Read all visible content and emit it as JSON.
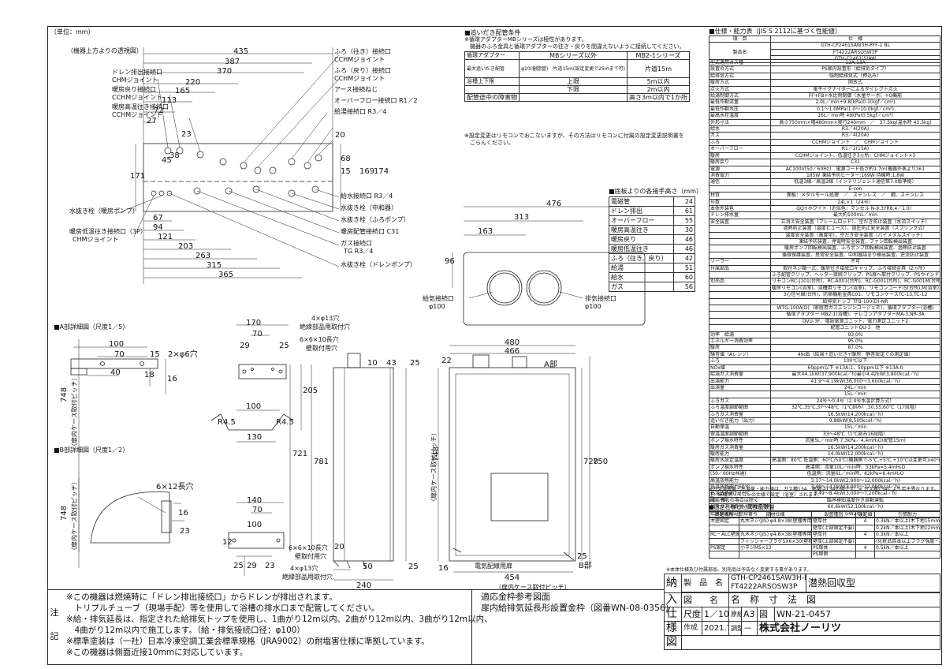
{
  "unit_label": "（単位：mm）",
  "top_view": {
    "title": "（機器上方よりの透視図）",
    "dims_h": [
      "435",
      "387",
      "370",
      "220",
      "165",
      "113",
      "72",
      "27"
    ],
    "dims_v_left": [
      "23",
      "38",
      "45",
      "171"
    ],
    "dims_v_right": [
      "20",
      "68",
      "15",
      "169",
      "174"
    ],
    "dims_bottom": [
      "67",
      "94",
      "121",
      "203",
      "263",
      "315",
      "365"
    ],
    "labels_left": [
      "ドレン排出接続口",
      "CHMジョイント",
      "暖房戻り接続口",
      "CCHMジョイント",
      "暖房高温往き接続口",
      "CCHMジョイント",
      "水抜き栓（暖房ポンプ）",
      "暖房低温往き接続口（3P）",
      "CHMジョイント"
    ],
    "labels_right": [
      "ふろ（往き）接続口",
      "CCHMジョイント",
      "ふろ（戻り）接続口",
      "CCHMジョイント",
      "アース接続ねじ",
      "オーバーフロー接続口 R1／2",
      "給湯接続口 R3／4",
      "給水接続口 R3／4",
      "水抜き栓（中和器）",
      "水抜き栓（ふろポンプ）",
      "暖房配管接続口 C31",
      "ガス接続口",
      "TG R3／4",
      "水抜き栓（ドレンポンプ）"
    ]
  },
  "detail_a": {
    "title": "■A部詳細図（尺度1／5）",
    "dims": [
      "100",
      "70",
      "15",
      "2×φ6穴",
      "40",
      "18",
      "16"
    ],
    "pitch": "748",
    "pitch_label": "（扉内ケース取付ピッチ）"
  },
  "detail_b": {
    "title": "■B部詳細図（尺度1／2）",
    "slot": "6×12長穴",
    "dims": [
      "16",
      "23"
    ],
    "pitch": "748",
    "pitch_label": "（扉内ケース取付ピッチ）"
  },
  "mid_front": {
    "top_labels": [
      "4×φ13穴",
      "絶縁部品用取付穴",
      "6×6×10長穴",
      "壁取付用穴"
    ],
    "bottom_labels": [
      "6×6×10長穴",
      "壁取付用穴",
      "4×φ13穴",
      "絶縁部品用取付穴"
    ],
    "dims": [
      "170",
      "70",
      "29",
      "25",
      "100",
      "205",
      "R4.5",
      "130",
      "R4.5",
      "721",
      "781",
      "140",
      "70",
      "100",
      "12",
      "25",
      "29",
      "23"
    ]
  },
  "side_view": {
    "dims": [
      "10",
      "43",
      "50",
      "240",
      "25",
      "16",
      "20"
    ]
  },
  "top_plan": {
    "dims": [
      "476",
      "313",
      "163",
      "96"
    ],
    "intake": [
      "給気接続口",
      "φ100"
    ],
    "exhaust": [
      "排気接続口",
      "φ100"
    ]
  },
  "front_view": {
    "dims": [
      "480",
      "466",
      "454",
      "720",
      "750",
      "22",
      "25",
      "25",
      "748"
    ],
    "pitch_label": "（扉内ケース取付ピッチ）",
    "a_label": "A部",
    "b_label": "B部",
    "label": "電気配線用扉"
  },
  "mount_notes": {
    "title": "■追いだき配管条件",
    "lines": [
      "※循環アダプターMBシリーズは極性があります。",
      "機器のふろ金具と循環アダプターの往き・戻りを間違えないように接続してください。"
    ],
    "header": [
      "循環アダプター",
      "MBシリーズ以外",
      "MB2-1シリーズ"
    ],
    "rows": [
      [
        "最大追いだき配管",
        "φ10(樹脂管)　片道15m(設定変更で25mまで可)",
        "片道15m"
      ],
      [
        "浴槽上下限",
        "上限",
        "5m以内"
      ],
      [
        "",
        "下限",
        "2m以内"
      ],
      [
        "配管途中の障害物",
        "",
        "高さ3m以内で1か所"
      ]
    ],
    "foot": [
      "※設定変更はリモコンでおこないますが、その方法はリモコンに付属の設定変更説明書を",
      "ごらんください。"
    ]
  },
  "base_height": {
    "title": "■底板よりの各接手高さ（mm）",
    "rows": [
      [
        "電磁管",
        "24"
      ],
      [
        "ドレン排出",
        "61"
      ],
      [
        "オーバーフロー",
        "55"
      ],
      [
        "暖房高温往き",
        "30"
      ],
      [
        "暖房戻り",
        "46"
      ],
      [
        "暖房低温往き",
        "46"
      ],
      [
        "ふろ（往き、戻り）",
        "42"
      ],
      [
        "給湯",
        "51"
      ],
      [
        "給水",
        "60"
      ],
      [
        "ガス",
        "56"
      ]
    ]
  },
  "spec": {
    "title": "■仕様・能力表（JIS S 2112に基づく性能値）",
    "header": [
      "項　目",
      "仕　様"
    ],
    "model_rows": [
      "GTH-CP2461SAW3H-PFF-1 BL",
      "FT4222ARSOSW3P",
      "GTH-C2461(S)AW"
    ],
    "rows": [
      [
        "型式適用ガス種",
        "12A,13A"
      ],
      [
        "設置の方式",
        "PS扉内設置形（給排気タイプ）"
      ],
      [
        "給排気方式",
        "強制給排気式（押込み）"
      ],
      [
        "暖房方式",
        "開放式"
      ],
      [
        "点火方式",
        "電子イグナイターによるダイレクト点火"
      ],
      [
        "給湯制御方式",
        "FF+FB+水比例制御（水量サーボ）+Q機能"
      ],
      [
        "最低作動流量",
        "2.0L／min+9.8(kPa)0.1(kgf／cm²)"
      ],
      [
        "最低作動水圧",
        "0.1～1.0MPa(1.0～10.0kgf／cm²)"
      ],
      [
        "最高水栓温度",
        "16L／min時 49kPa(0.5kgf／cm²)"
      ],
      [
        "外形寸法",
        "高さ750mm×幅480mm×奥行240mm　／　37.5kg(温水時 43.5kg)"
      ],
      [
        "給水",
        "R3／4(20A)"
      ],
      [
        "ガス",
        "R3／4(20A)"
      ],
      [
        "ふろ",
        "CCHMジョイント　／　CHMジョイント"
      ],
      [
        "オーバーフロー",
        "R1／2(15A)"
      ],
      [
        "暖房",
        "CCHMジョイント、低温往き3ヵ所：CHMジョイント×3"
      ],
      [
        "暖房戻り",
        "C31"
      ],
      [
        "電源",
        "AC100V(50／60Hz)　電源コード長さ約1.7m(機器外表より)※1"
      ],
      [
        "消費電力",
        "185W 凍結予防ヒーター:169W 待機時:1.8W"
      ],
      [
        "通信",
        "低温3線／高温2線（インテリジェント通信第7.0版準拠）"
      ],
      [
        "",
        "E-con"
      ],
      [
        "材質",
        "面板：メタルモール処理　／　ステンレス　／　鋼、ステンレス"
      ],
      [
        "号数",
        "24L×1（24号）"
      ],
      [
        "本体外装色",
        "QQ+ホワイト（近似色：マンセル N-9.3YR8.4／1.0）"
      ],
      [
        "ドレン排水量",
        "最大約100mL／min"
      ],
      [
        "安全装置",
        "立消え安全装置（フレームロッド）、空だき防止装置（水流スイッチ）"
      ],
      [
        "",
        "過熱防止装置（温度ヒューズ）、過圧防止安全装置（スプリング式）"
      ],
      [
        "",
        "温度安全装置（高度型）、空だき安全装置（バイメタルスイッチ）"
      ],
      [
        "",
        "凍結予防装置、停電時安全装置、ファン回転検出装置"
      ],
      [
        "",
        "暖房ポンプ回転検出装置、ふろポンプ回転検出装置、過熱防止装置"
      ],
      [
        "",
        "循環保護装置、異常安全装置、中和器詰まり検出装置、逆流防止装置"
      ],
      [
        "ソーラー",
        "不可"
      ],
      [
        "付属部品",
        "取付ネジ類一式、暖房往き接続口キャップ、ふろ接続金具（2ヵ所）"
      ],
      [
        "",
        "ふろ配管クリップ、ヘッダー接続クリップ、PS扉へ取付クリップ、PSウインドウ用化粧クリップ"
      ],
      [
        "別売品",
        "リモコンRC-J101(台所)、RC-A001(台所)、RC-G001(台所)、RC-G001M(台所)"
      ],
      [
        "",
        "暖房リモコン(浴室)、浴槽用リモコン(浴室)、リモコンコード(5(台所),M(浴室))"
      ],
      [
        "",
        "3心信号線(台所)、防振機能金具C01、リモコンケースTC-13,TC-12"
      ],
      [
        "",
        "給排気トップ TFB-100(D)-NR"
      ],
      [
        "",
        "WTG-100A(D)（家庭用ガスエンジンコージェネ）、循環アダプター(浴槽)"
      ],
      [
        "",
        "循環アダプター MB2-1(浴槽)、テレコンアダプターMA-3,NR-3A"
      ],
      [
        "",
        "DVU-3F、増設電源ユニット、電力測定ユニット2"
      ],
      [
        "",
        "配管ユニットQU-3　他"
      ],
      [
        "効率　給湯",
        "93.0%"
      ],
      [
        "エネルギー消費効率",
        "95.0%"
      ],
      [
        "暖房",
        "87.0%"
      ],
      [
        "騒音値（Aレンジ）",
        "49dB（給湯＋追いだき+暖房：静音設定での測定値）"
      ],
      [
        "ふろ",
        "100℃以下"
      ],
      [
        "NOx値",
        "60ppm以下 ※13A-1、50ppm以下 ※13A-0"
      ],
      [
        "給湯ガス消費量",
        "最大44.1kW(37,900kcal／h)最小4.42kW(3,800kcal／h)"
      ],
      [
        "出湯能力",
        "41.9～4.19kW(36,000～3,600kcal／h)"
      ],
      [
        "出湯量",
        "24L／min"
      ],
      [
        "",
        "15L／min"
      ],
      [
        "ふろガス",
        "24号～0.4号（2.4号水温計算方式）"
      ],
      [
        "ふろ温度調節範囲",
        "32℃,35℃,37～48℃（1℃刻み）,50,55,60℃（17段階）"
      ],
      [
        "ふろガス消費量",
        "16.5kW(14,200kcal／h)"
      ],
      [
        "追いだき能力（出力）",
        "9.88kW(8,500kcal／h)"
      ],
      [
        "自動保温",
        "15L／min"
      ],
      [
        "保温温度調節範囲",
        "33～48℃（1℃刻み16段階）"
      ],
      [
        "ポンプ揚水特性",
        "流量5L／min時 7.3kPa／4.4mH₂O(配管15m)"
      ],
      [
        "暖房ガス消費量",
        "16.5kW(14,200kcal／h)"
      ],
      [
        "暖房能力",
        "14.0kW(12,000kcal／h)"
      ],
      [
        "暖房水設定温度",
        "高温側：80℃ 低温側：60℃/50℃(機器側で-5℃,+5℃,+10℃以変更可)/40℃"
      ],
      [
        "ポンプ揚水特性",
        "高温側：流量10L／min時、53kPa=5.4mH₂O"
      ],
      [
        "(50／60Hz共通)",
        "低温側：流量6L／min時、82kPa=8.4mH₂O"
      ],
      [
        "高温放熱能力",
        "3.37～14.0kW(2,900～12,000kcal／h)"
      ],
      [
        "低温放熱能力60℃",
        "3.49～14.0kW(3,000～12,000kcal／h)"
      ],
      [
        "低温放熱能力70℃",
        "3.49～8.4kW(3,000～7,200kcal／h)"
      ],
      [
        "凍結予防",
        "臨界検知温度付き自動運転"
      ],
      [
        "最大ガス消費量（同時使用時）",
        "60.6kW(52,100kcal／h)"
      ],
      [
        "給水装置認証登録番号",
        "GW2011"
      ]
    ],
    "notes": [
      "※ガス消費量・出湯量・能力値は、ガス種13A、熱量は13Aの値です。※ ガス種13Aにより若干異なります。",
      "注：床暖房リモコンの仕様で設定（浴室）されます。",
      "※1：雑しの場合は除く"
    ],
    "fix_title": "■固定仕様と付属部品数量",
    "fix_header": [
      "固定場所",
      "部材仕様",
      "設置種別",
      "設定値",
      "引張耐力"
    ],
    "fix_rows": [
      [
        "木壁固定",
        "丸木ネジ(JIS) φ4.8×38(壁種専用)",
        "壁厚付",
        "4",
        "0.3kN／本以上(木下地15mm)"
      ],
      [
        "",
        "",
        "壁厚(上部固定不要)",
        "",
        "0.2kN／本以上(木下地12mm)"
      ],
      [
        "RC・ALC壁固定",
        "丸木ネジ(JIS) φ4.8×38(壁種専用)",
        "壁厚付",
        "4",
        "0.3kN／本以上"
      ],
      [
        "",
        "フィッシャープラグSX6×30(壁種専用)",
        "壁厚(上部固定不要)",
        "",
        "(化粧品目本以上プラグ強度・材料事項)"
      ],
      [
        "PS固定",
        "小ネジM5×12",
        "PS扉体",
        "4",
        "0.5kN／本以上"
      ],
      [
        "",
        "",
        "PS扉側",
        "",
        ""
      ]
    ],
    "foot": "※本体仕様及び付属部品、別売品は予告なく変更する事があります。"
  },
  "title_block": {
    "side": [
      "納",
      "入",
      "仕",
      "様",
      "図"
    ],
    "product_name_label": "製　品　名",
    "product_names": [
      "GTH-CP2461SAW3H-PFF-1 BL",
      "FT4222ARSOSW3P"
    ],
    "product_type": "潜熱回収型",
    "figure_label": "図　　名",
    "figure_name": "名　称　寸　法　図",
    "scale_label": "尺度",
    "scale": "1／10",
    "paper_label": "原紙サイズ",
    "paper": "A3",
    "number_label": "図　番",
    "number": "WN-21-0457",
    "date_label": "作成",
    "date": "2021.7.15",
    "check_label": "調整",
    "check": "－",
    "company": "株式会社ノーリツ"
  },
  "notes": {
    "label": "注記",
    "lines": [
      "※この機器は燃焼時に「ドレン排出接続口」からドレンが排出されます。",
      "　トリプルチューブ（現場手配）等を使用して浴槽の排水口まで配管してください。",
      "※給・排気延長は、指定された給排気トップを使用し、1曲がり12m以内、2曲がり12m以内、3曲がり12m以内、",
      "　4曲がり12m以内で施工します。（給・排気接続口径：φ100）",
      "※標準塗装は（一社）日本冷凍空調工業会標準規格（JRA9002）の耐塩害仕様に準拠しています。",
      "※この機器は側面近接10mmに対応しています。"
    ],
    "ref_title": "適応金枠参考図面",
    "ref_text": "扉内給排気延長形設置金枠（図番WN-08-0356）"
  }
}
